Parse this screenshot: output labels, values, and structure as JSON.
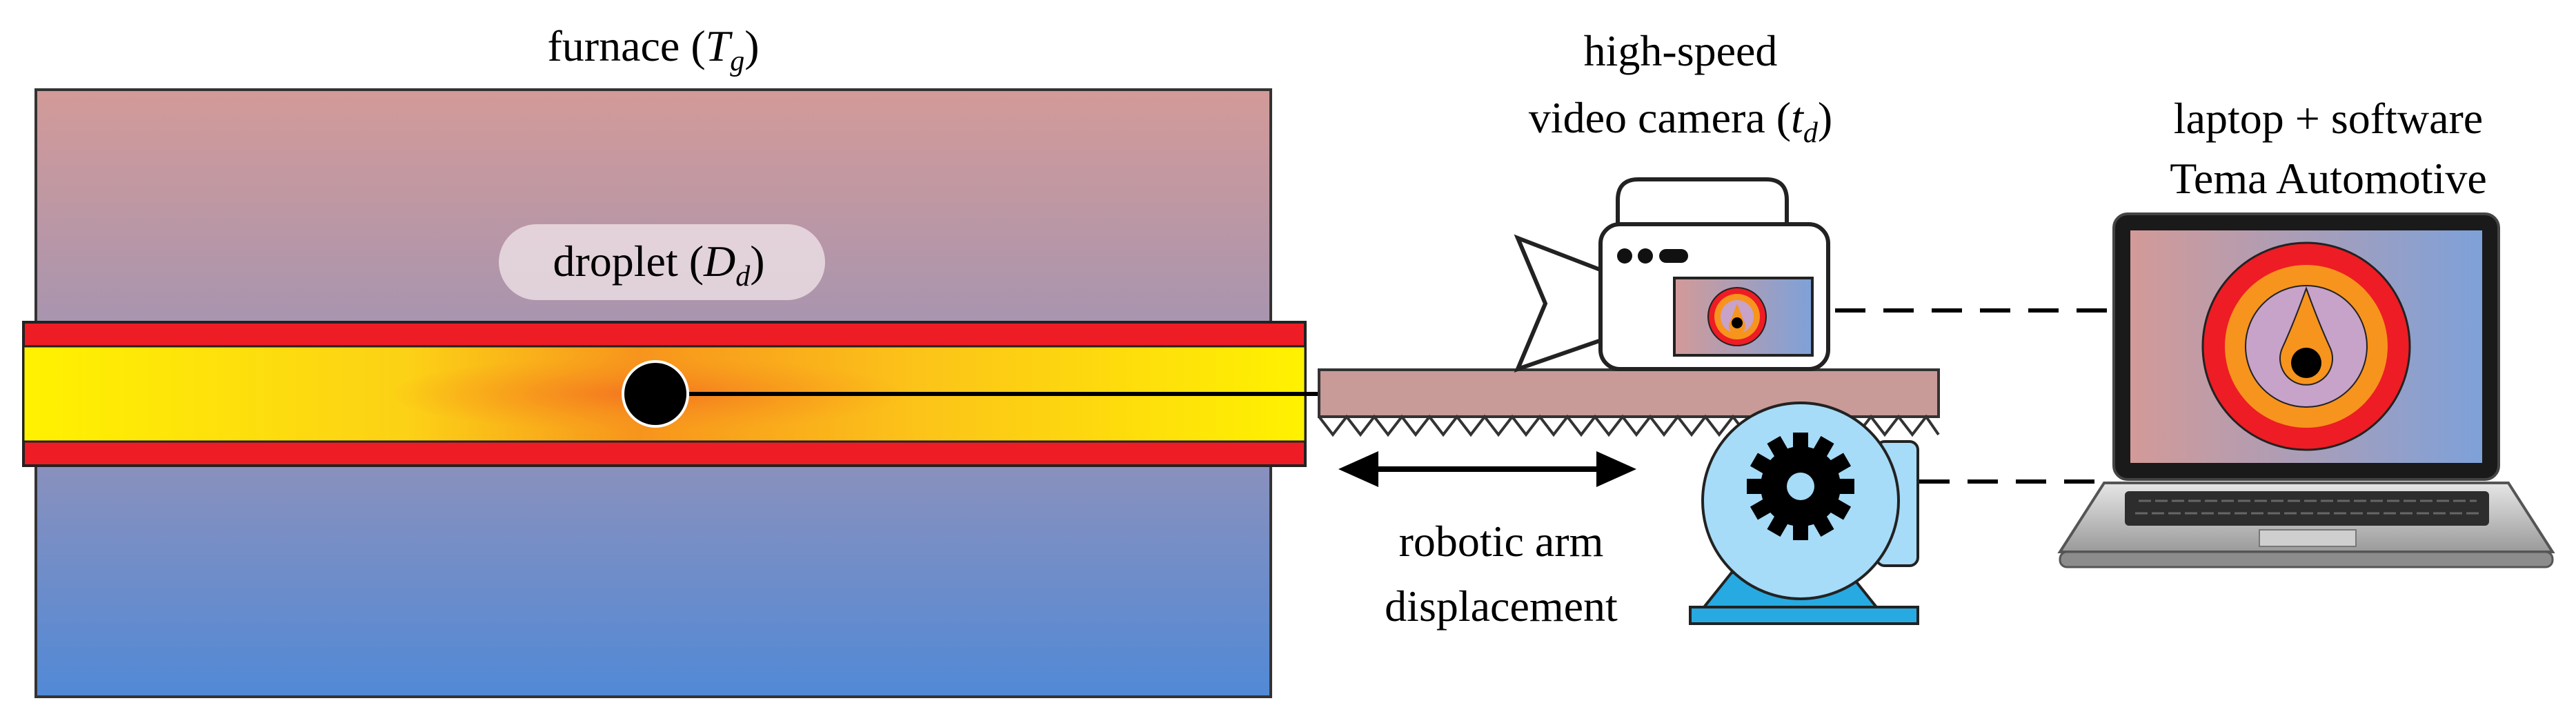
{
  "furnace": {
    "label_prefix": "furnace (",
    "label_var": "T",
    "label_sub": "g",
    "label_suffix": ")",
    "gradient_top": "#d39a98",
    "gradient_bottom": "#5189d6"
  },
  "droplet": {
    "label_prefix": "droplet (",
    "label_var": "D",
    "label_sub": "d",
    "label_suffix": ")"
  },
  "camera": {
    "line1": "high-speed",
    "line2_prefix": "video camera (",
    "line2_var": "t",
    "line2_sub": "d",
    "line2_suffix": ")"
  },
  "laptop": {
    "line1": "laptop + software",
    "line2": "Tema Automotive"
  },
  "robotic_arm": {
    "line1": "robotic arm",
    "line2": "displacement"
  },
  "colors": {
    "tube_outer": "#ee1c24",
    "tube_inner": "#fff200",
    "flame_orange": "#f7941d",
    "rail": "#c89a98",
    "motor": "#a6dcf7",
    "motor_base": "#27aae1"
  }
}
